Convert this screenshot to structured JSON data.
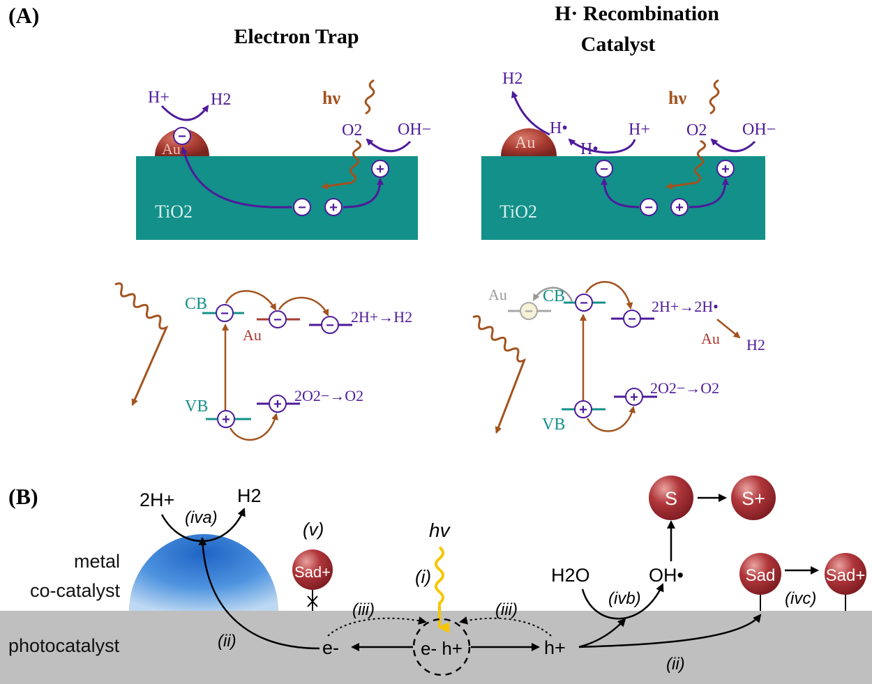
{
  "panel_a": {
    "label": "(A)",
    "left": {
      "title": "Electron Trap",
      "h_plus": "H+",
      "h2": "H2",
      "au": "Au",
      "hv": "hν",
      "o2": "O2",
      "oh_minus": "OH−",
      "tio2": "TiO2",
      "cb": "CB",
      "vb": "VB",
      "au_level": "Au",
      "reaction_reduction": "2H+→H2",
      "reaction_oxidation": "2O2−→O2"
    },
    "right": {
      "title_line1": "H· Recombination",
      "title_line2": "Catalyst",
      "h2": "H2",
      "h_dot_1": "H•",
      "h_dot_2": "H•",
      "h_plus": "H+",
      "au": "Au",
      "hv": "hν",
      "o2": "O2",
      "oh_minus": "OH−",
      "tio2": "TiO2",
      "cb": "CB",
      "vb": "VB",
      "au_level": "Au",
      "reaction_reduction": "2H+→2H•",
      "au_catalyst": "Au",
      "h2_product": "H2",
      "reaction_oxidation": "2O2−→O2"
    }
  },
  "panel_b": {
    "label": "(B)",
    "two_h_plus": "2H+",
    "h2": "H2",
    "step_iva": "(iva)",
    "metal_label_1": "metal",
    "metal_label_2": "co-catalyst",
    "photocatalyst": "photocatalyst",
    "step_v": "(v)",
    "s_ad_plus_v": "Sad+",
    "hv": "hv",
    "step_i": "(i)",
    "step_iii_left": "(iii)",
    "step_iii_right": "(iii)",
    "step_ii_left": "(ii)",
    "step_ii_right": "(ii)",
    "electron": "e-",
    "pair": "e- h+",
    "hole": "h+",
    "h2o": "H2O",
    "oh_radical": "OH•",
    "step_ivb": "(ivb)",
    "s": "S",
    "s_plus": "S+",
    "s_ad": "Sad",
    "s_ad_plus": "Sad+",
    "step_ivc": "(ivc)"
  },
  "colors": {
    "teal": "#139089",
    "purple": "#4e1a9a",
    "brown": "#a2531f",
    "au_red": "#a83a30",
    "gray_surface": "#bfbfbf",
    "blue_metal": "#2a73c8",
    "yellow_light": "#f7c600"
  }
}
